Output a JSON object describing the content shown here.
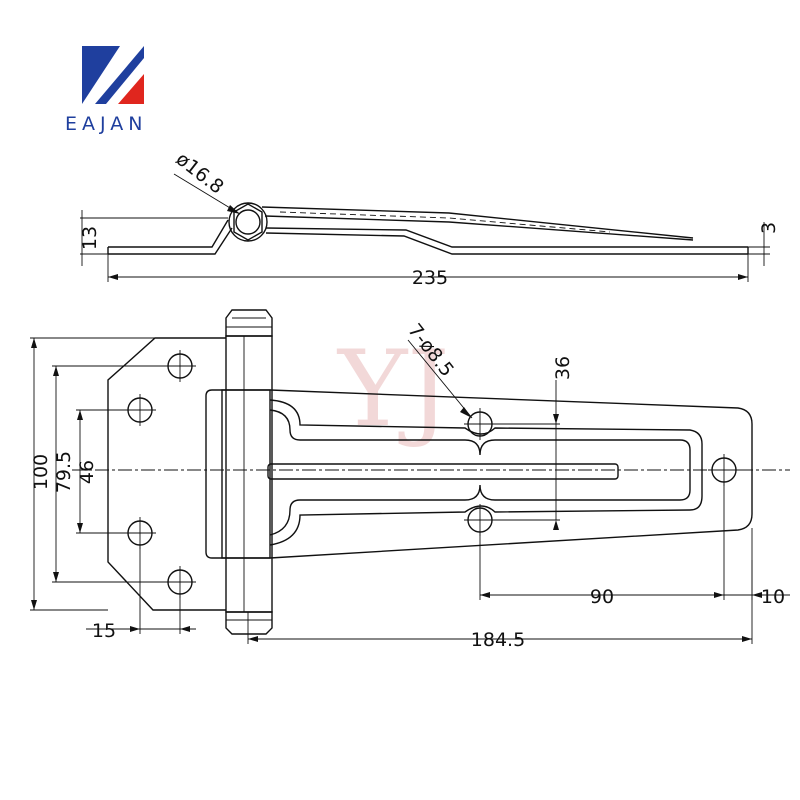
{
  "logo": {
    "brand": "EAJAN",
    "colors": {
      "blue": "#1f3f9e",
      "red": "#e0261e"
    }
  },
  "watermark": "YJ",
  "dimensions": {
    "pin_diameter": "ø16.8",
    "side_height": "13",
    "plate_thickness": "3",
    "total_length": "235",
    "holes": "7-ø8.5",
    "slot_spacing": "36",
    "overall_height": "100",
    "outer_hole_spacing": "79.5",
    "inner_hole_spacing": "46",
    "hole_edge_offset": "15",
    "hole_distance": "90",
    "end_offset": "10",
    "leaf_length": "184.5"
  }
}
